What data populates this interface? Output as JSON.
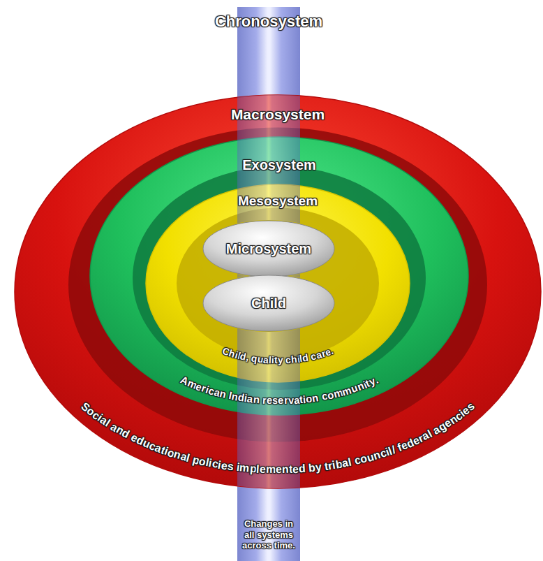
{
  "diagram": {
    "nodes": [
      {
        "text": [
          "Chronosystem",
          "Changes in all systems across time."
        ]
      },
      {
        "text": [
          "Macrosystem",
          "Social and educational policies implemented by tribal council/ federal agencies"
        ]
      },
      {
        "text": [
          "Exosystem",
          "American Indian reservation community."
        ],
        "in": 1
      },
      {
        "text": [
          "Mesosystem",
          "Child, quality child care."
        ],
        "in": 2
      },
      {
        "text": [
          "Microsystem"
        ],
        "in": 3
      },
      {
        "text": [
          "Child"
        ],
        "in": 3
      }
    ]
  }
}
